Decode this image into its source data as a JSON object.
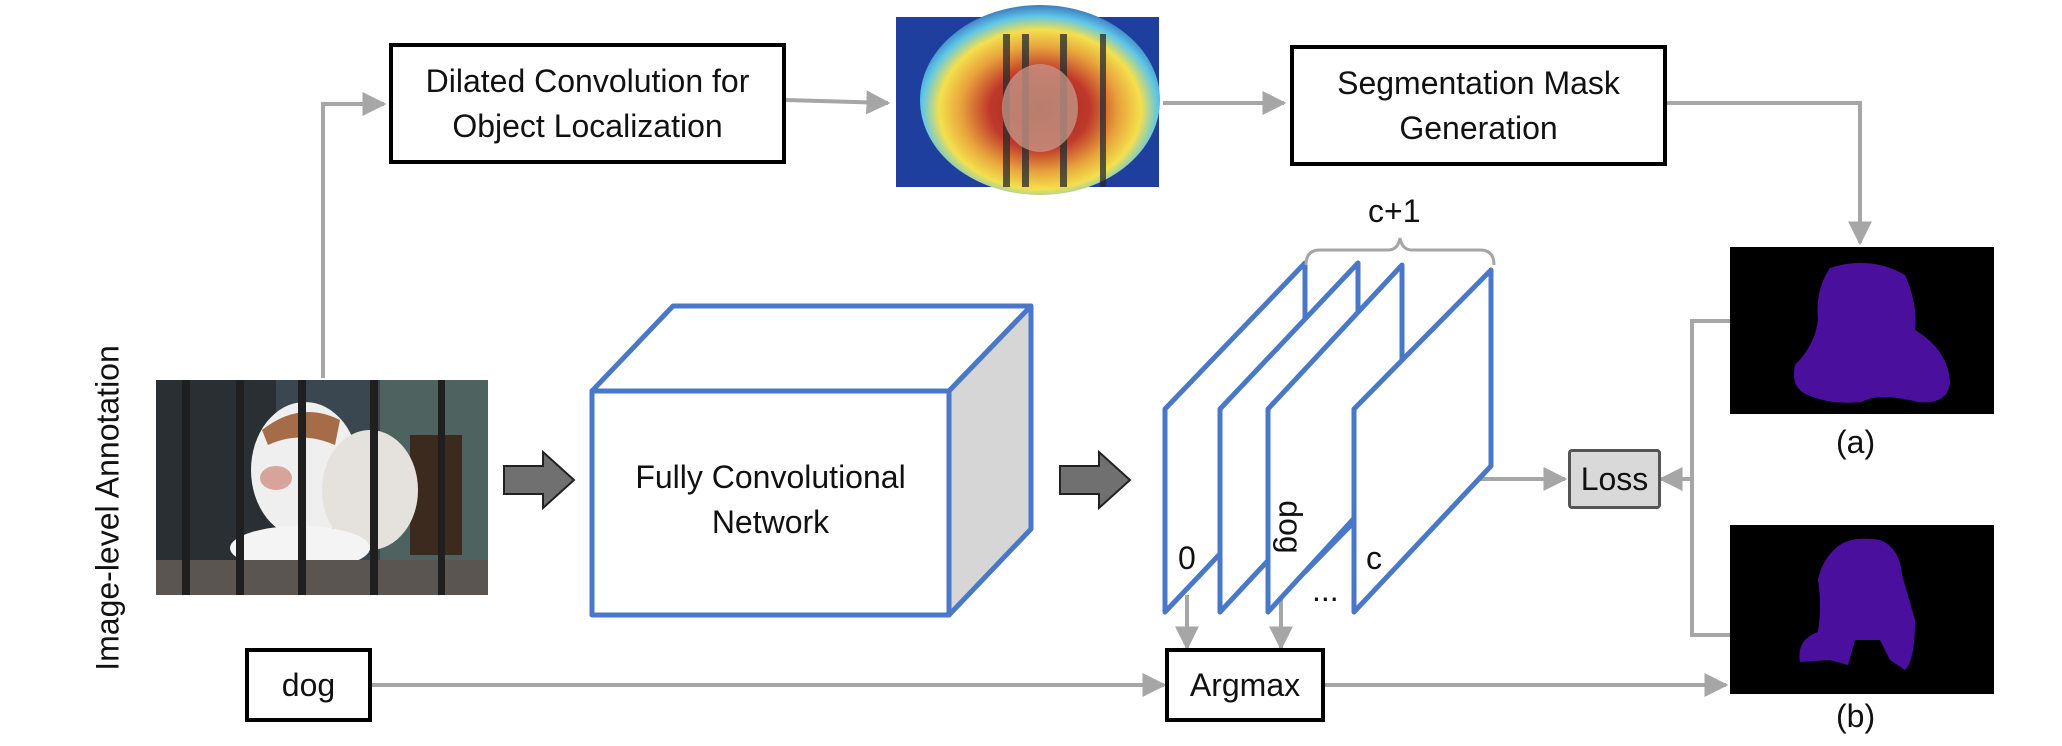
{
  "side_label": "Image-level Annotation",
  "nodes": {
    "dilated": "Dilated Convolution for Object Localization",
    "segmask": "Segmentation Mask Generation",
    "fcn": "Fully Convolutional Network",
    "dog_label": "dog",
    "argmax": "Argmax",
    "loss": "Loss"
  },
  "channels": {
    "brace_label": "c+1",
    "first": "0",
    "dog": "dog",
    "ellipsis": "...",
    "last": "c"
  },
  "masks": {
    "a_caption": "(a)",
    "b_caption": "(b)"
  },
  "colors": {
    "fcn_blue": "#4a78c8",
    "arrow_gray": "#a6a6a6",
    "mask_purple": "#4b0f9e",
    "loss_fill": "#d9d9d9"
  }
}
